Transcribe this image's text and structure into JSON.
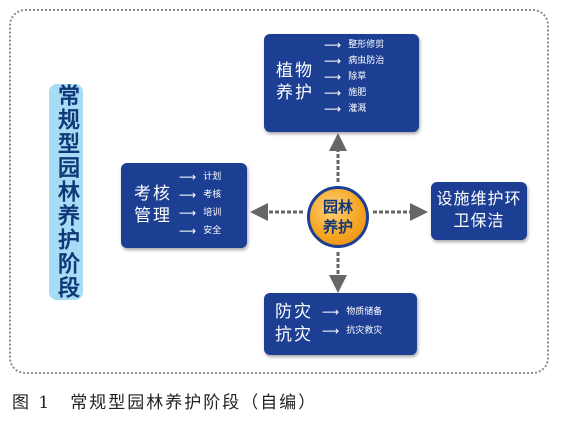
{
  "stage_label": "常规型园林养护阶段",
  "center": {
    "label": "园林养护"
  },
  "plant_care": {
    "title": "植物养护",
    "items": [
      "整形修剪",
      "病虫防治",
      "除草",
      "施肥",
      "灌溉"
    ]
  },
  "assessment": {
    "title": "考核管理",
    "items": [
      "计划",
      "考核",
      "培训",
      "安全"
    ]
  },
  "facility": {
    "title": "设施维护环卫保洁"
  },
  "disaster": {
    "title": "防灾抗灾",
    "items": [
      "物质储备",
      "抗灾救灾"
    ]
  },
  "arrow_symbol": "⟶",
  "caption": "图 1　常规型园林养护阶段（自编）",
  "colors": {
    "box": "#1c3f94",
    "label_bg": "#a6dcf5",
    "center": "#f6a623",
    "connector": "#666666"
  }
}
